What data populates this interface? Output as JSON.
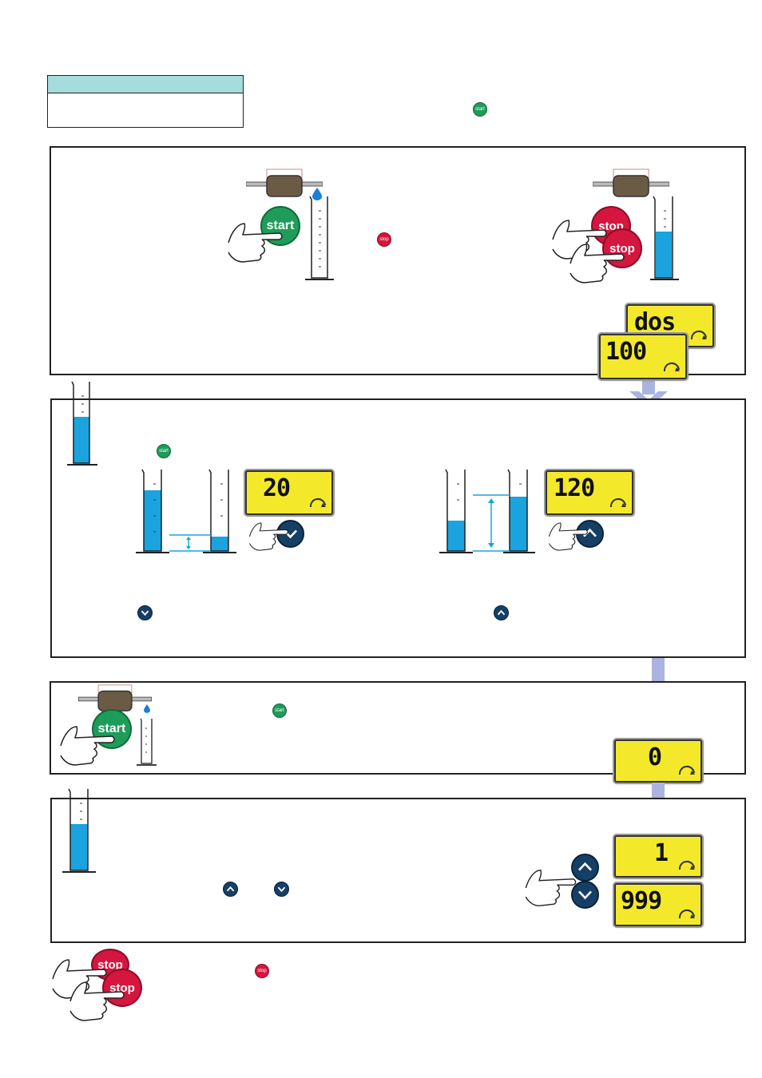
{
  "buttons": {
    "start_label": "start",
    "stop_label": "stop"
  },
  "displays": {
    "dos": "dos",
    "d100": "100",
    "d20": "20",
    "d120": "120",
    "d0": "0",
    "d1": "1",
    "d999": "999"
  },
  "colors": {
    "header_fill": "#a6dcdc",
    "lcd_fill": "#f3e92a",
    "start_green": "#1e9c5a",
    "stop_red": "#d5163f",
    "nav_blue": "#163f66",
    "liquid_blue": "#1aa3de",
    "flow_arrow": "#aab4de"
  },
  "icons": {
    "up": "chevron-up-icon",
    "down": "chevron-down-icon",
    "pump": "peristaltic-pump-icon",
    "hand": "pointing-hand-icon",
    "cylinder": "measuring-cylinder-icon",
    "drop": "water-drop-icon",
    "rotation": "rotation-arrow-icon"
  }
}
